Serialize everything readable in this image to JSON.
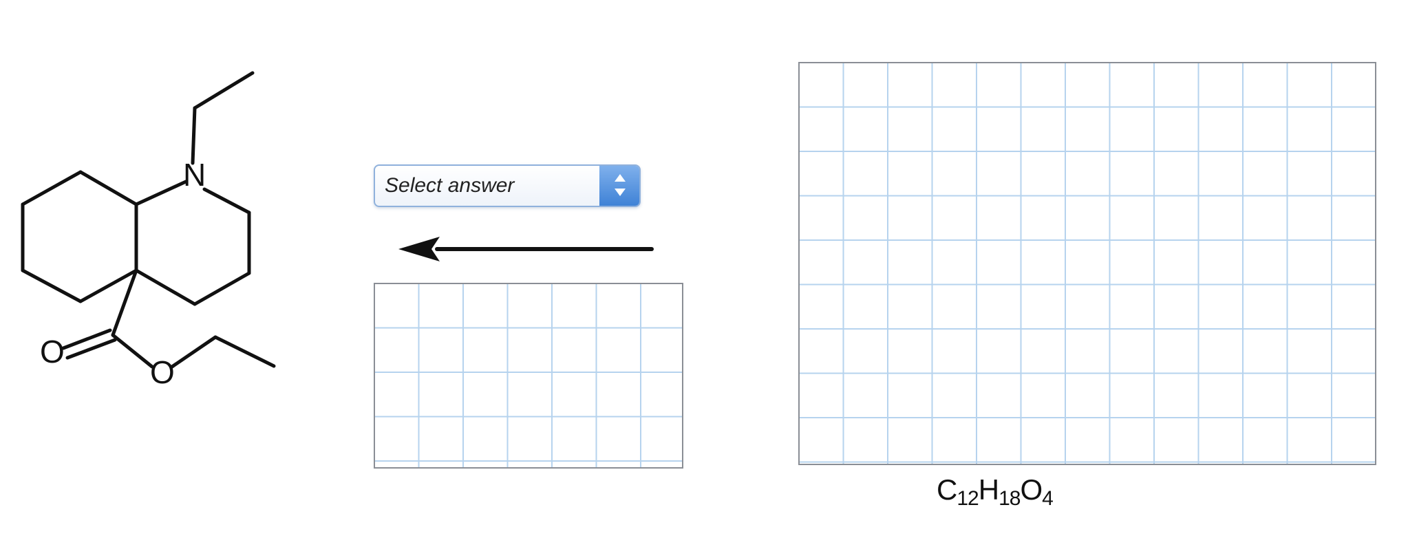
{
  "molecule": {
    "atoms": {
      "n": "N",
      "o_carbonyl": "O",
      "o_ester": "O"
    }
  },
  "answer_select": {
    "placeholder": "Select answer"
  },
  "formula": {
    "c": "C",
    "c_count": "12",
    "h": "H",
    "h_count": "18",
    "o": "O",
    "o_count": "4"
  },
  "colors": {
    "grid_line": "#b6d3ee",
    "grid_border": "#8a8e95",
    "select_accent": "#3f82d6",
    "bond": "#111111"
  },
  "icons": {
    "select_stepper": "up-down-arrows-icon",
    "reaction_arrow": "left-arrow-icon"
  }
}
